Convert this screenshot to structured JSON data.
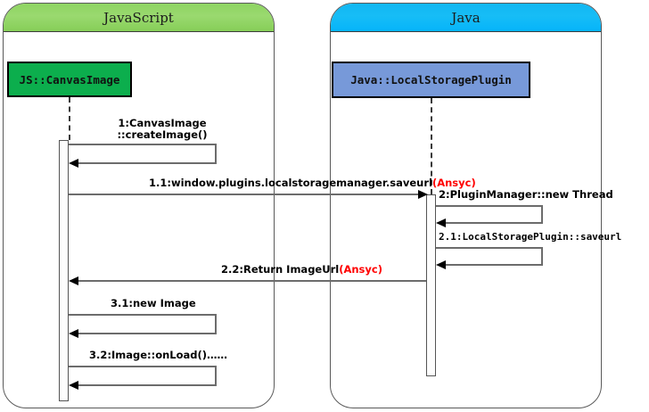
{
  "diagram": {
    "type": "sequence-diagram",
    "title": "",
    "async_marker": "(Ansyc)",
    "colors": {
      "js_header": "#8ed462",
      "java_header": "#12b7f2",
      "js_object": "#0cae4d",
      "java_object": "#7799d9",
      "async_text": "#ff0000",
      "line": "#6c6c6c"
    }
  },
  "panels": [
    {
      "id": "js",
      "title": "JavaScript"
    },
    {
      "id": "java",
      "title": "Java"
    }
  ],
  "lifelines": [
    {
      "id": "js",
      "label": "JS::CanvasImage"
    },
    {
      "id": "java",
      "label": "Java::LocalStoragePlugin"
    }
  ],
  "messages": [
    {
      "id": "m1",
      "number": "1:",
      "text_line1": "1:CanvasImage",
      "text_line2": "::createImage()",
      "kind": "self-call",
      "from": "js",
      "to": "js",
      "async": ""
    },
    {
      "id": "m11",
      "text": "1.1:window.plugins.localstoragemanager.saveurl",
      "kind": "call",
      "from": "js",
      "to": "java",
      "async": "(Ansyc)"
    },
    {
      "id": "m2",
      "text": "2:PluginManager::new Thread",
      "kind": "self-call",
      "from": "java",
      "to": "java",
      "async": ""
    },
    {
      "id": "m21",
      "text": "2.1:LocalStoragePlugin::saveurl",
      "kind": "self-call",
      "from": "java",
      "to": "java",
      "async": ""
    },
    {
      "id": "m22",
      "text": "2.2:Return ImageUrl",
      "kind": "return",
      "from": "java",
      "to": "js",
      "async": "(Ansyc)"
    },
    {
      "id": "m31",
      "text": "3.1:new Image",
      "kind": "self-call",
      "from": "js",
      "to": "js",
      "async": ""
    },
    {
      "id": "m32",
      "text": "3.2:Image::onLoad()……",
      "kind": "self-call",
      "from": "js",
      "to": "js",
      "async": ""
    }
  ]
}
